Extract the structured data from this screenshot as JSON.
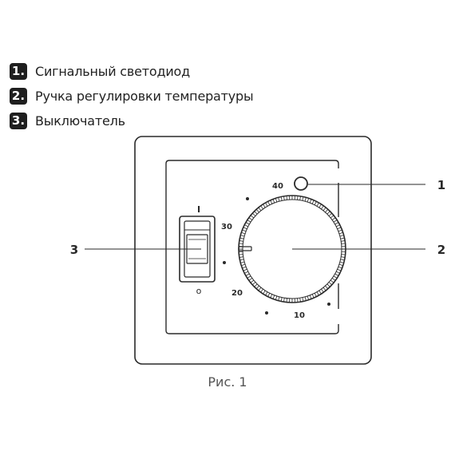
{
  "legend": {
    "items": [
      {
        "number": "1.",
        "text": "Сигнальный светодиод"
      },
      {
        "number": "2.",
        "text": "Ручка регулировки температуры"
      },
      {
        "number": "3.",
        "text": "Выключатель"
      }
    ]
  },
  "diagram": {
    "switch_on_label": "I",
    "switch_off_label": "o",
    "scale": [
      "40",
      "30",
      "20",
      "10"
    ],
    "callouts": [
      "1",
      "2",
      "3"
    ]
  },
  "caption": "Рис. 1",
  "colors": {
    "line": "#2a2a2a",
    "badge": "#1f1f1f",
    "caption": "#555555"
  }
}
